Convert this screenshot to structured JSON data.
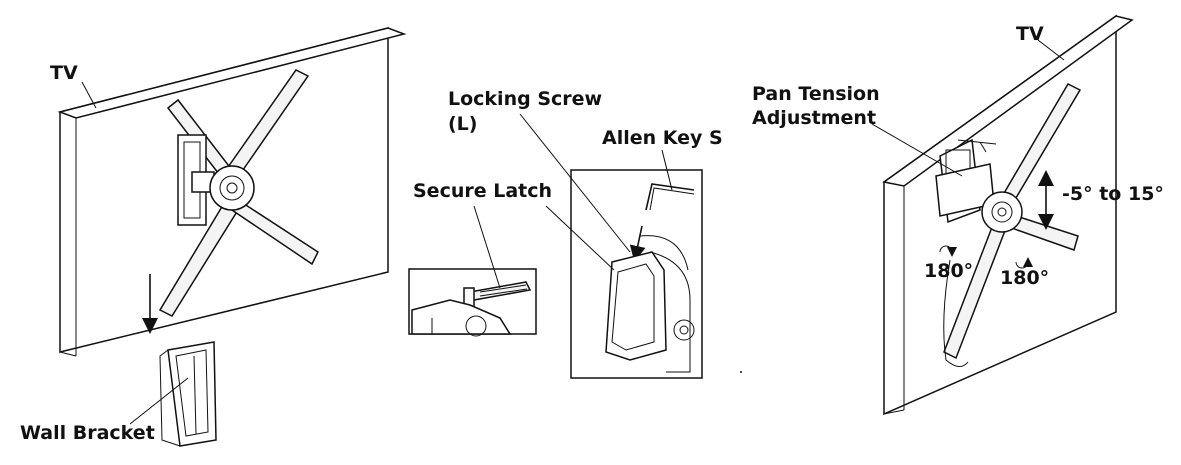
{
  "left_panel": {
    "tv_label": "TV",
    "wall_bracket_label": "Wall Bracket"
  },
  "middle_panel": {
    "secure_latch_label": "Secure Latch",
    "locking_screw_label_line1": "Locking Screw",
    "locking_screw_label_line2": "(L)",
    "allen_key_label": "Allen Key S"
  },
  "right_panel": {
    "tv_label": "TV",
    "pan_tension_label_line1": "Pan Tension",
    "pan_tension_label_line2": "Adjustment",
    "tilt_range_label": "-5° to 15°",
    "swivel_left_label": "180°",
    "swivel_right_label": "180°"
  }
}
